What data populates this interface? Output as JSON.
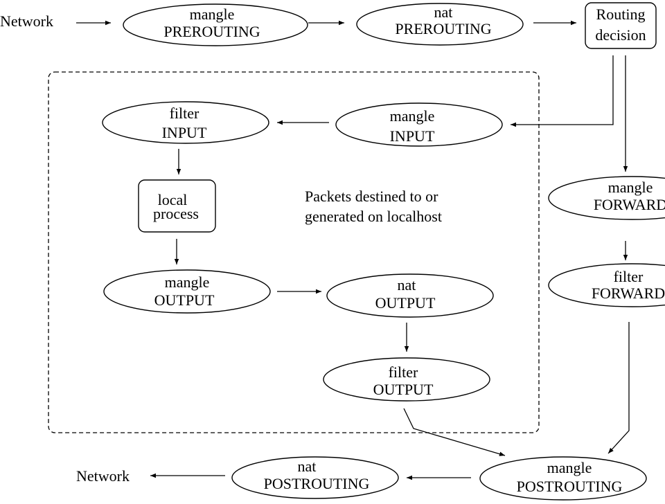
{
  "network_in": "Network",
  "network_out": "Network",
  "region_caption": [
    "Packets destined to or",
    "generated on localhost"
  ],
  "nodes": {
    "mangle_prerouting": [
      "mangle",
      "PREROUTING"
    ],
    "nat_prerouting": [
      "nat",
      "PREROUTING"
    ],
    "routing_decision": [
      "Routing",
      "decision"
    ],
    "filter_input": [
      "filter",
      "INPUT"
    ],
    "mangle_input": [
      "mangle",
      "INPUT"
    ],
    "local_process": [
      "local",
      "process"
    ],
    "mangle_forward": [
      "mangle",
      "FORWARD"
    ],
    "filter_forward": [
      "filter",
      "FORWARD"
    ],
    "mangle_output": [
      "mangle",
      "OUTPUT"
    ],
    "nat_output": [
      "nat",
      "OUTPUT"
    ],
    "filter_output": [
      "filter",
      "OUTPUT"
    ],
    "mangle_postrouting": [
      "mangle",
      "POSTROUTING"
    ],
    "nat_postrouting": [
      "nat",
      "POSTROUTING"
    ]
  }
}
